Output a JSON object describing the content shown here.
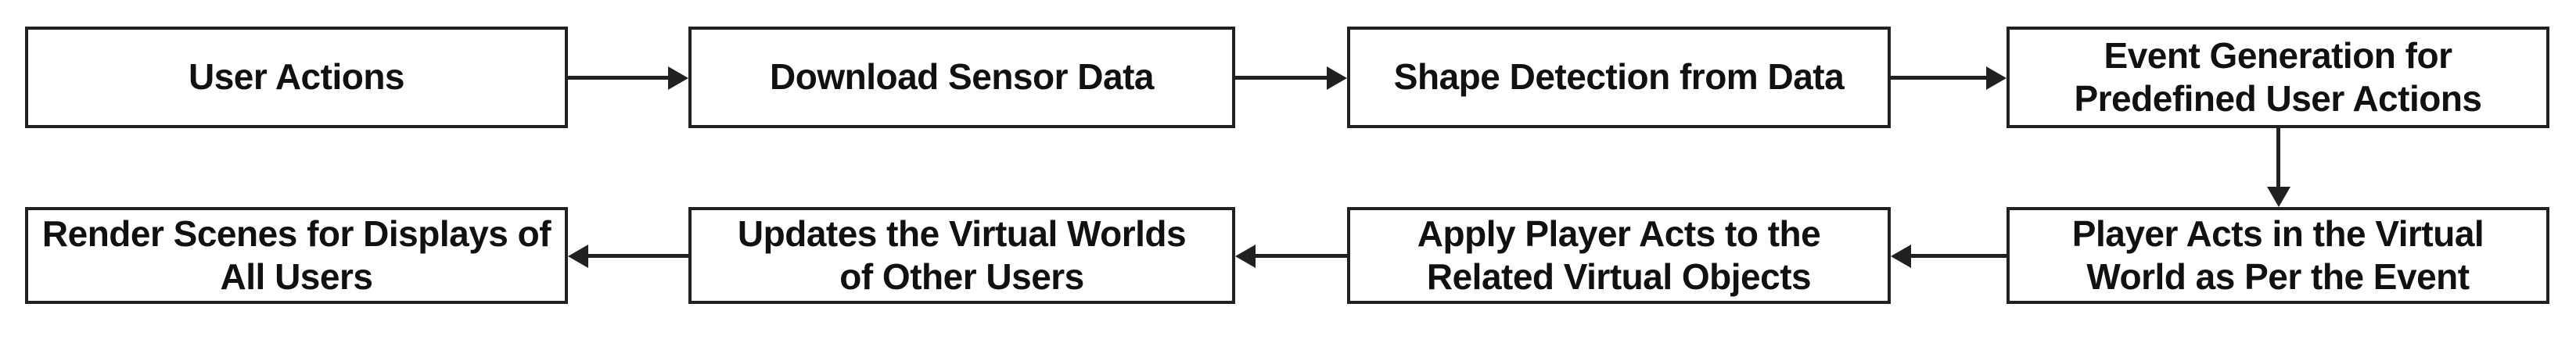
{
  "diagram": {
    "type": "flowchart",
    "background_color": "#ffffff",
    "box_fill_color": "#ffffff",
    "stroke_color": "#212121",
    "text_color": "#111111",
    "nodes": [
      {
        "id": "user-actions",
        "row": 1,
        "col": 1,
        "label": "User Actions"
      },
      {
        "id": "download-sensor-data",
        "row": 1,
        "col": 2,
        "label": "Download Sensor Data"
      },
      {
        "id": "shape-detection",
        "row": 1,
        "col": 3,
        "label": "Shape Detection from Data"
      },
      {
        "id": "event-generation",
        "row": 1,
        "col": 4,
        "label": "Event Generation for\nPredefined User Actions"
      },
      {
        "id": "player-acts",
        "row": 2,
        "col": 4,
        "label": "Player Acts in the Virtual\nWorld as Per the Event"
      },
      {
        "id": "apply-player-acts",
        "row": 2,
        "col": 3,
        "label": "Apply Player Acts to the\nRelated Virtual Objects"
      },
      {
        "id": "updates-virtual-worlds",
        "row": 2,
        "col": 2,
        "label": "Updates the Virtual Worlds\nof Other Users"
      },
      {
        "id": "render-scenes",
        "row": 2,
        "col": 1,
        "label": "Render Scenes for Displays of\nAll Users"
      }
    ],
    "connections": [
      {
        "from": "user-actions",
        "to": "download-sensor-data",
        "direction": "right"
      },
      {
        "from": "download-sensor-data",
        "to": "shape-detection",
        "direction": "right"
      },
      {
        "from": "shape-detection",
        "to": "event-generation",
        "direction": "right"
      },
      {
        "from": "event-generation",
        "to": "player-acts",
        "direction": "down"
      },
      {
        "from": "player-acts",
        "to": "apply-player-acts",
        "direction": "left"
      },
      {
        "from": "apply-player-acts",
        "to": "updates-virtual-worlds",
        "direction": "left"
      },
      {
        "from": "updates-virtual-worlds",
        "to": "render-scenes",
        "direction": "left"
      }
    ]
  }
}
